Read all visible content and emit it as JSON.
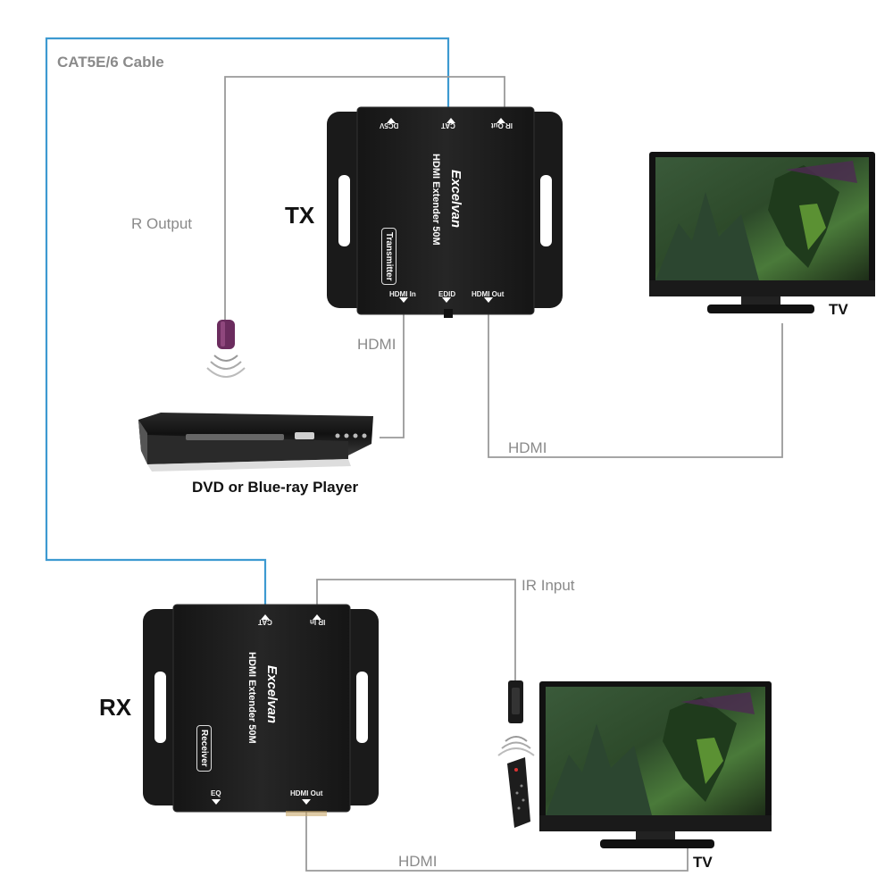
{
  "labels": {
    "cable": "CAT5E/6 Cable",
    "r_output": "R Output",
    "tx": "TX",
    "rx": "RX",
    "hdmi_tx_in": "HDMI",
    "hdmi_tx_out": "HDMI",
    "hdmi_rx_out": "HDMI",
    "ir_input": "IR Input",
    "dvd_player": "DVD or Blue-ray Player",
    "tv_top": "TV",
    "tv_bottom": "TV"
  },
  "transmitter": {
    "brand": "Excelvan",
    "model": "HDMI Extender 50M",
    "badge": "Transmitter",
    "top_ports": {
      "dc": "DC5V",
      "cat": "CAT",
      "ir": "IR Out"
    },
    "bottom_ports": {
      "hdmi_in": "HDMI In",
      "edid": "EDID",
      "hdmi_out": "HDMI Out"
    }
  },
  "receiver": {
    "brand": "Excelvan",
    "model": "HDMI Extender 50M",
    "badge": "Receiver",
    "top_ports": {
      "cat": "CAT",
      "ir": "IR In"
    },
    "bottom_ports": {
      "eq": "EQ",
      "hdmi_out": "HDMI Out"
    }
  },
  "colors": {
    "cable_blue": "#3d9ad1",
    "wire_gray": "#9a9a9a",
    "device_body": "#1c1c1c",
    "ir_emitter": "#6b2c5e"
  }
}
